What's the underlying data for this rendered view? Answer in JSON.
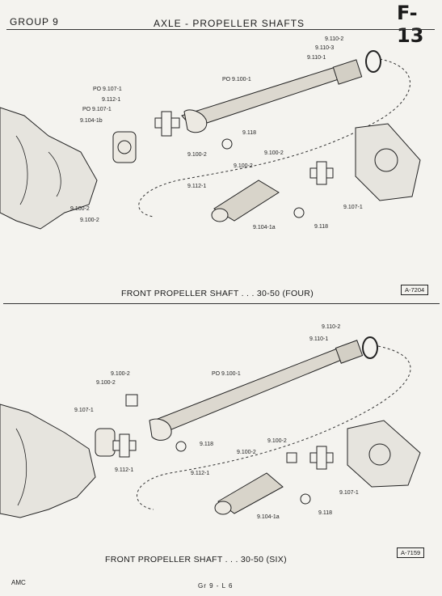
{
  "header": {
    "group": "GROUP 9",
    "title": "AXLE - PROPELLER SHAFTS",
    "page": "F-13"
  },
  "diagram1": {
    "caption": "FRONT PROPELLER SHAFT . . . 30-50 (FOUR)",
    "code": "A-7204",
    "labels": {
      "a": "9.110-2",
      "b": "9.110-3",
      "c": "9.110-1",
      "d": "PO 9.100-1",
      "e": "PO 9.107-1",
      "f": "9.112-1",
      "g": "PO 9.107-1",
      "h": "9.104-1b",
      "i": "9.118",
      "j": "9.100-2",
      "k": "9.100-2",
      "l": "9.100-2",
      "m": "9.112-1",
      "n": "9.100-2",
      "o": "9.100-2",
      "p": "9.104-1a",
      "q": "9.118",
      "r": "9.107-1"
    }
  },
  "diagram2": {
    "caption": "FRONT PROPELLER SHAFT . . . 30-50 (SIX)",
    "code": "A-7159",
    "labels": {
      "a": "9.110-2",
      "b": "9.110-1",
      "c": "PO 9.100-1",
      "d": "9.100-2",
      "e": "9.100-2",
      "f": "9.107-1",
      "g": "9.118",
      "h": "9.112-1",
      "i": "9.100-2",
      "j": "9.100-2",
      "k": "9.112-1",
      "l": "9.104-1a",
      "m": "9.118",
      "n": "9.107-1"
    }
  },
  "footer": {
    "left": "AMC",
    "center": "Gr 9 - L 6"
  }
}
